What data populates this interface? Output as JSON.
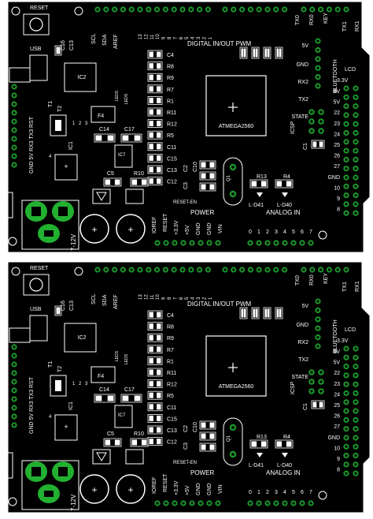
{
  "colors": {
    "board": "#000000",
    "outline": "#ffffff",
    "pad": "#1a9a2a",
    "pad_bright": "#22b030",
    "silk": "#ffffff",
    "hole": "#000000",
    "page": "#ffffff"
  },
  "boards": [
    {
      "labels": {
        "reset": "RESET",
        "usb": "USB",
        "ic2": "IC2",
        "ic1": "IC1",
        "ic7": "IC7",
        "t1": "T1",
        "t2": "T2",
        "f4": "F4",
        "c14": "C14",
        "c17": "C17",
        "c5": "C5",
        "r10": "R10",
        "c16": "C16",
        "c13": "C13",
        "scl": "SCL",
        "sda": "SDA",
        "aref": "AREF",
        "digital": "DIGITAL IN/OUT PWM",
        "tx0": "TX0",
        "rx0": "RX0",
        "key": "KEY",
        "tx1": "TX1",
        "rx1": "RX1",
        "bluetooth": "BLUETOOTH",
        "vcc5": "5V",
        "gnd": "GND",
        "rx2": "RX2",
        "tx2": "TX2",
        "state": "STATE",
        "lcd": "LCD",
        "v33": "3.3V",
        "icsp": "ICSP",
        "c1": "C1",
        "mcu": "ATMEGA2560",
        "r13": "R13",
        "r4": "R4",
        "l41": "L-D41",
        "l40": "L-D40",
        "q1": "Q1",
        "power": "POWER",
        "analog": "ANALOG IN",
        "reset_en": "RESET-EN",
        "vin": "7-12V",
        "rst": "RST",
        "gnd5v": "GND 5V RX3 TX3",
        "gnd_bottom": "GND",
        "ioref": "IOREF",
        "reset2": "RESET",
        "p33": "+3.3V",
        "p5": "+5V",
        "gnd1": "GND",
        "gnd2": "GND",
        "vinp": "VIN",
        "cap1": "C2",
        "cap2": "C3",
        "cap3": "C10",
        "one": "1",
        "two": "2",
        "three": "3",
        "four": "4",
        "right_nums": [
          "5V",
          "5V",
          "22",
          "23",
          "24",
          "25",
          "26",
          "27",
          "GND",
          "10",
          "9",
          "8"
        ],
        "top_nums": [
          "13",
          "12",
          "11",
          "10",
          "9",
          "8",
          "7",
          "6",
          "5",
          "4",
          "3",
          "2",
          "1"
        ],
        "analog_nums": [
          "0",
          "1",
          "2",
          "3",
          "4",
          "5",
          "6",
          "7"
        ],
        "r_labels": [
          "C4",
          "R8",
          "R9",
          "R7",
          "R1",
          "R11",
          "R12",
          "R5",
          "C11",
          "C15",
          "C13",
          "C12"
        ]
      }
    },
    {
      "labels": {
        "reset": "RESET",
        "usb": "USB",
        "ic2": "IC2",
        "ic1": "IC1",
        "ic7": "IC7",
        "t1": "T1",
        "t2": "T2",
        "f4": "F4",
        "c14": "C14",
        "c17": "C17",
        "c5": "C5",
        "r10": "R10",
        "c16": "C16",
        "c13": "C13",
        "scl": "SCL",
        "sda": "SDA",
        "aref": "AREF",
        "digital": "DIGITAL IN/OUT PWM",
        "tx0": "TX0",
        "rx0": "RX0",
        "key": "KEY",
        "tx1": "TX1",
        "rx1": "RX1",
        "bluetooth": "BLUETOOTH",
        "vcc5": "5V",
        "gnd": "GND",
        "rx2": "RX2",
        "tx2": "TX2",
        "state": "STATE",
        "lcd": "LCD",
        "v33": "3.3V",
        "icsp": "ICSP",
        "c1": "C1",
        "mcu": "ATMEGA2560",
        "r13": "R13",
        "r4": "R4",
        "l41": "L-D41",
        "l40": "L-D40",
        "q1": "Q1",
        "power": "POWER",
        "analog": "ANALOG IN",
        "reset_en": "RESET-EN",
        "vin": "7-12V",
        "rst": "RST",
        "gnd5v": "GND 5V RX3 TX3",
        "gnd_bottom": "GND",
        "ioref": "IOREF",
        "reset2": "RESET",
        "p33": "+3.3V",
        "p5": "+5V",
        "gnd1": "GND",
        "gnd2": "GND",
        "vinp": "VIN",
        "cap1": "C2",
        "cap2": "C3",
        "cap3": "C10",
        "one": "1",
        "two": "2",
        "three": "3",
        "four": "4",
        "right_nums": [
          "5V",
          "5V",
          "22",
          "23",
          "24",
          "25",
          "26",
          "27",
          "GND",
          "10",
          "9",
          "8"
        ],
        "top_nums": [
          "13",
          "12",
          "11",
          "10",
          "9",
          "8",
          "7",
          "6",
          "5",
          "4",
          "3",
          "2",
          "1"
        ],
        "analog_nums": [
          "0",
          "1",
          "2",
          "3",
          "4",
          "5",
          "6",
          "7"
        ],
        "r_labels": [
          "C4",
          "R8",
          "R9",
          "R7",
          "R1",
          "R11",
          "R12",
          "R5",
          "C11",
          "C15",
          "C13",
          "C12"
        ]
      }
    }
  ]
}
